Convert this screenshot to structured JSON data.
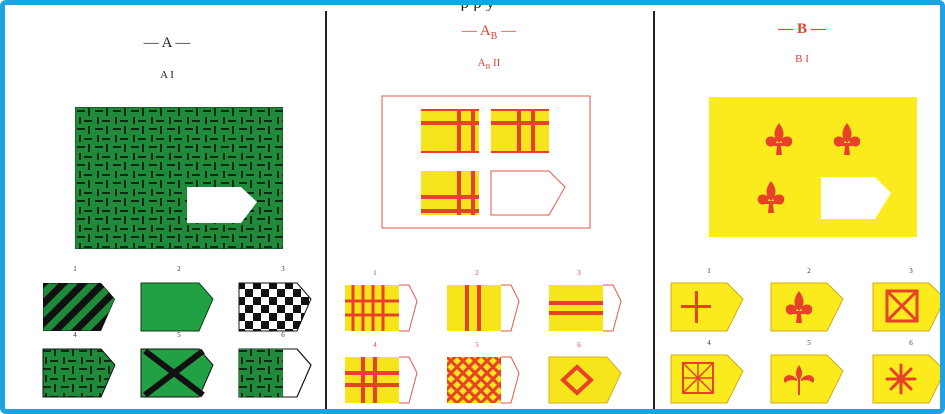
{
  "header": {
    "cut_text": "p                 p              y"
  },
  "panels": [
    {
      "title": "— A —",
      "subtitle": "A I",
      "option_numbers": [
        "1",
        "2",
        "3",
        "4",
        "5",
        "6"
      ],
      "colors": {
        "main": "#1f8b3a",
        "ink": "#111111"
      }
    },
    {
      "title_pre": "— A",
      "title_sub": "B",
      "title_post": " —",
      "subtitle_main": "A",
      "subtitle_sub": "B",
      "subtitle_post": " II",
      "option_numbers": [
        "1",
        "2",
        "3",
        "4",
        "5",
        "6"
      ],
      "colors": {
        "fill": "#f6e51a",
        "stripe": "#e8412a",
        "outline": "#e05a4a"
      }
    },
    {
      "title": "— B —",
      "subtitle": "B I",
      "option_numbers": [
        "1",
        "2",
        "3",
        "4",
        "5",
        "6"
      ],
      "colors": {
        "fill": "#fbeb1c",
        "motif": "#e8412a"
      }
    }
  ]
}
